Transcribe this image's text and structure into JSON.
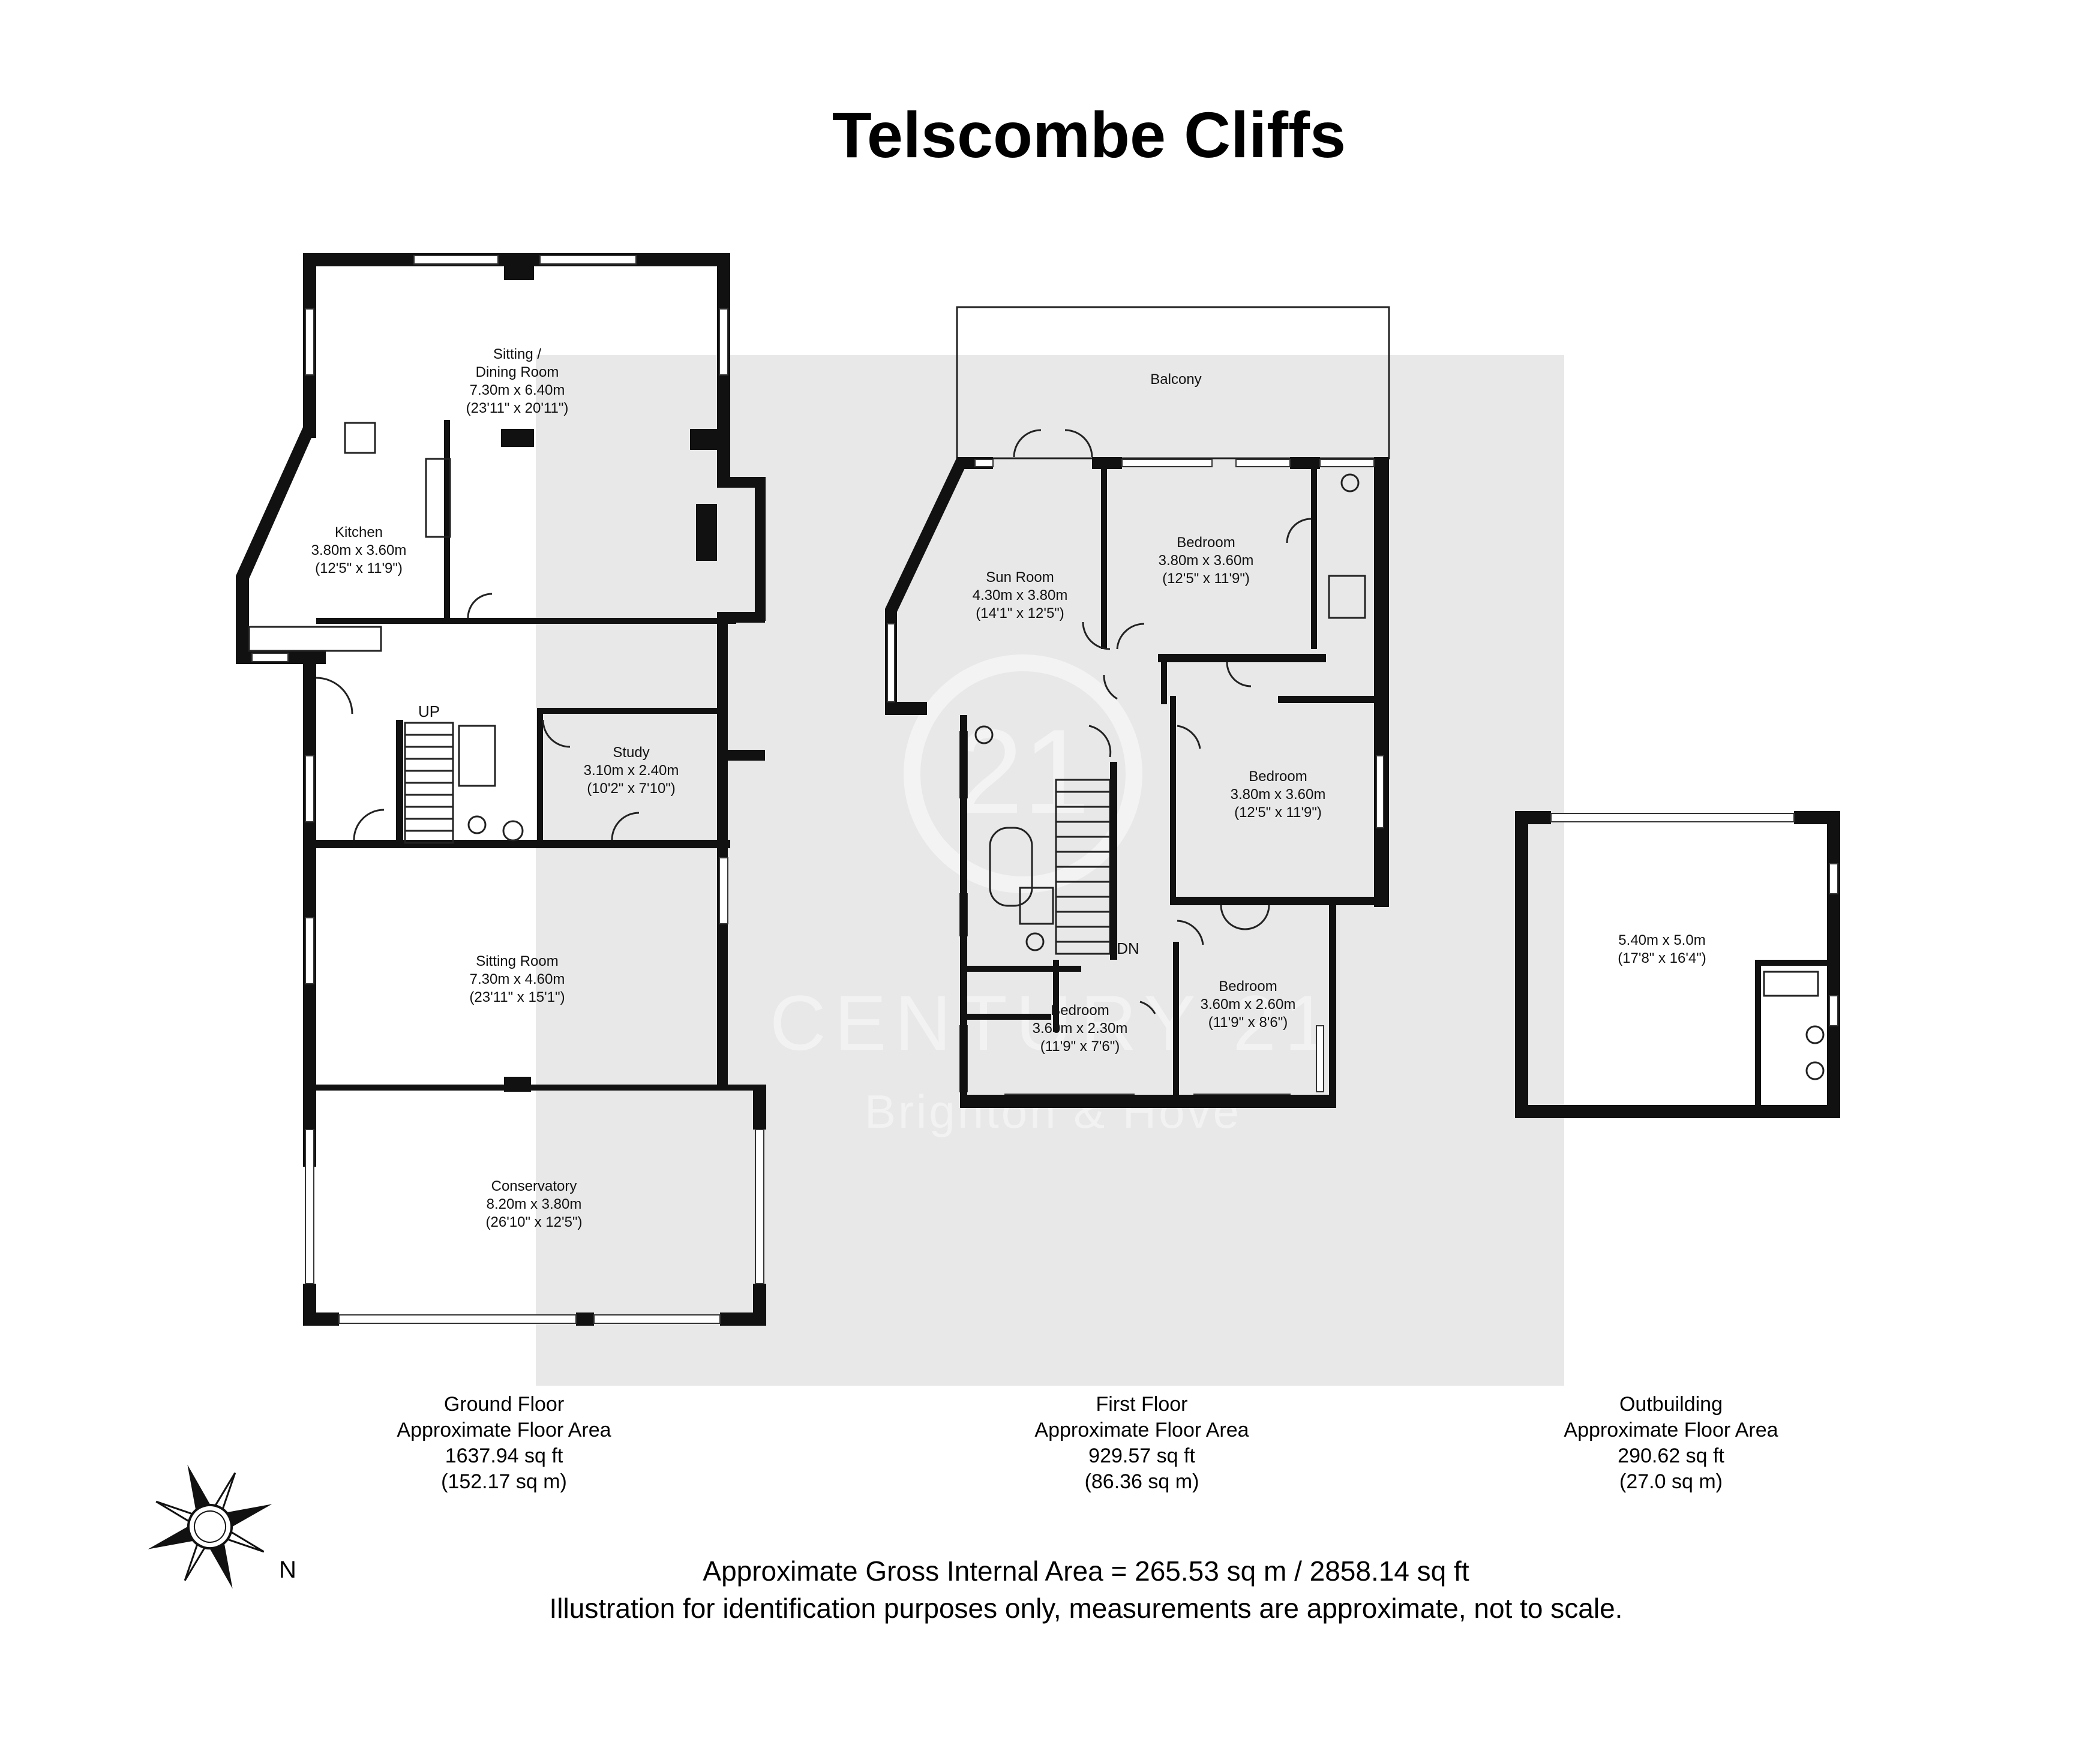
{
  "title": "Telscombe Cliffs",
  "watermark": {
    "brand": "CENTURY 21",
    "office": "Brighton & Hove",
    "logo": "21"
  },
  "ground_floor": {
    "rooms": [
      {
        "name": "Sitting /",
        "name2": "Dining Room",
        "size": "7.30m x 6.40m",
        "imperial": "(23'11\" x 20'11\")"
      },
      {
        "name": "Kitchen",
        "size": "3.80m x 3.60m",
        "imperial": "(12'5\" x 11'9\")"
      },
      {
        "name": "Study",
        "size": "3.10m x 2.40m",
        "imperial": "(10'2\" x 7'10\")"
      },
      {
        "name": "Sitting Room",
        "size": "7.30m x 4.60m",
        "imperial": "(23'11\" x 15'1\")"
      },
      {
        "name": "Conservatory",
        "size": "8.20m x 3.80m",
        "imperial": "(26'10\" x 12'5\")"
      }
    ],
    "stairs_label": "UP",
    "caption": {
      "name": "Ground Floor",
      "line2": "Approximate Floor Area",
      "sqft": "1637.94 sq ft",
      "sqm": "(152.17 sq m)"
    }
  },
  "first_floor": {
    "rooms": [
      {
        "name": "Balcony"
      },
      {
        "name": "Sun Room",
        "size": "4.30m x 3.80m",
        "imperial": "(14'1\" x 12'5\")"
      },
      {
        "name": "Bedroom",
        "size": "3.80m x 3.60m",
        "imperial": "(12'5\" x 11'9\")"
      },
      {
        "name": "Bedroom",
        "size": "3.80m x 3.60m",
        "imperial": "(12'5\" x 11'9\")"
      },
      {
        "name": "Bedroom",
        "size": "3.60m x 2.30m",
        "imperial": "(11'9\" x 7'6\")"
      },
      {
        "name": "Bedroom",
        "size": "3.60m x 2.60m",
        "imperial": "(11'9\" x 8'6\")"
      }
    ],
    "stairs_label": "DN",
    "caption": {
      "name": "First Floor",
      "line2": "Approximate Floor Area",
      "sqft": "929.57 sq ft",
      "sqm": "(86.36 sq m)"
    }
  },
  "outbuilding": {
    "rooms": [
      {
        "size": "5.40m x 5.0m",
        "imperial": "(17'8\" x 16'4\")"
      }
    ],
    "caption": {
      "name": "Outbuilding",
      "line2": "Approximate Floor Area",
      "sqft": "290.62 sq ft",
      "sqm": "(27.0 sq m)"
    }
  },
  "compass": {
    "label": "N",
    "icon": "compass-rose-icon"
  },
  "footer": {
    "gross_area": "Approximate Gross Internal Area = 265.53 sq m / 2858.14 sq ft",
    "disclaimer": "Illustration for identification purposes only, measurements are approximate, not to scale."
  },
  "colors": {
    "walls": "#111111",
    "watermark_panel": "#e8e8e8",
    "background": "#ffffff"
  }
}
